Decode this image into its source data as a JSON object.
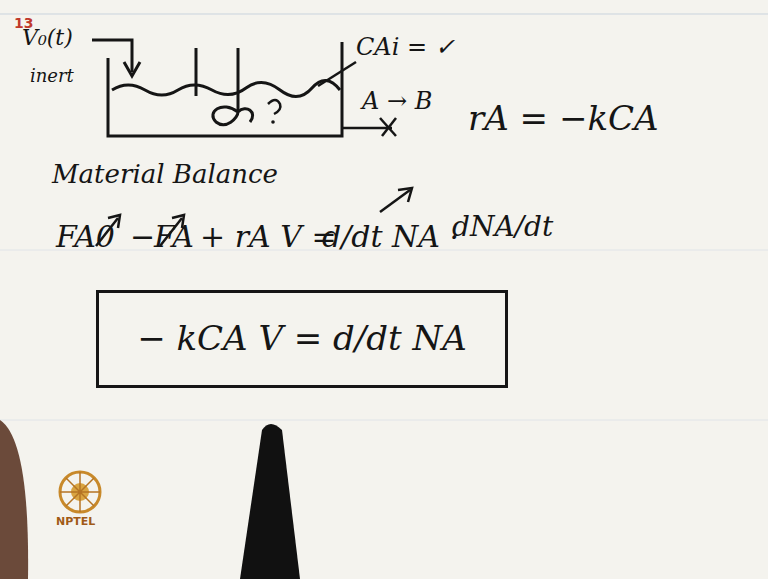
{
  "diagram": {
    "nodes": [
      {
        "text": [
          "− kCA V = d/dt NA"
        ]
      }
    ],
    "labels": [
      "13",
      "V₀(t)",
      "inert",
      "CAi = ✓",
      "A → B",
      "rA = −kCA",
      "Material Balance",
      "FA0",
      "−",
      "FA",
      "+ rA V =",
      "d/dt NA ·",
      "dNA/dt",
      "NPTEL"
    ]
  }
}
